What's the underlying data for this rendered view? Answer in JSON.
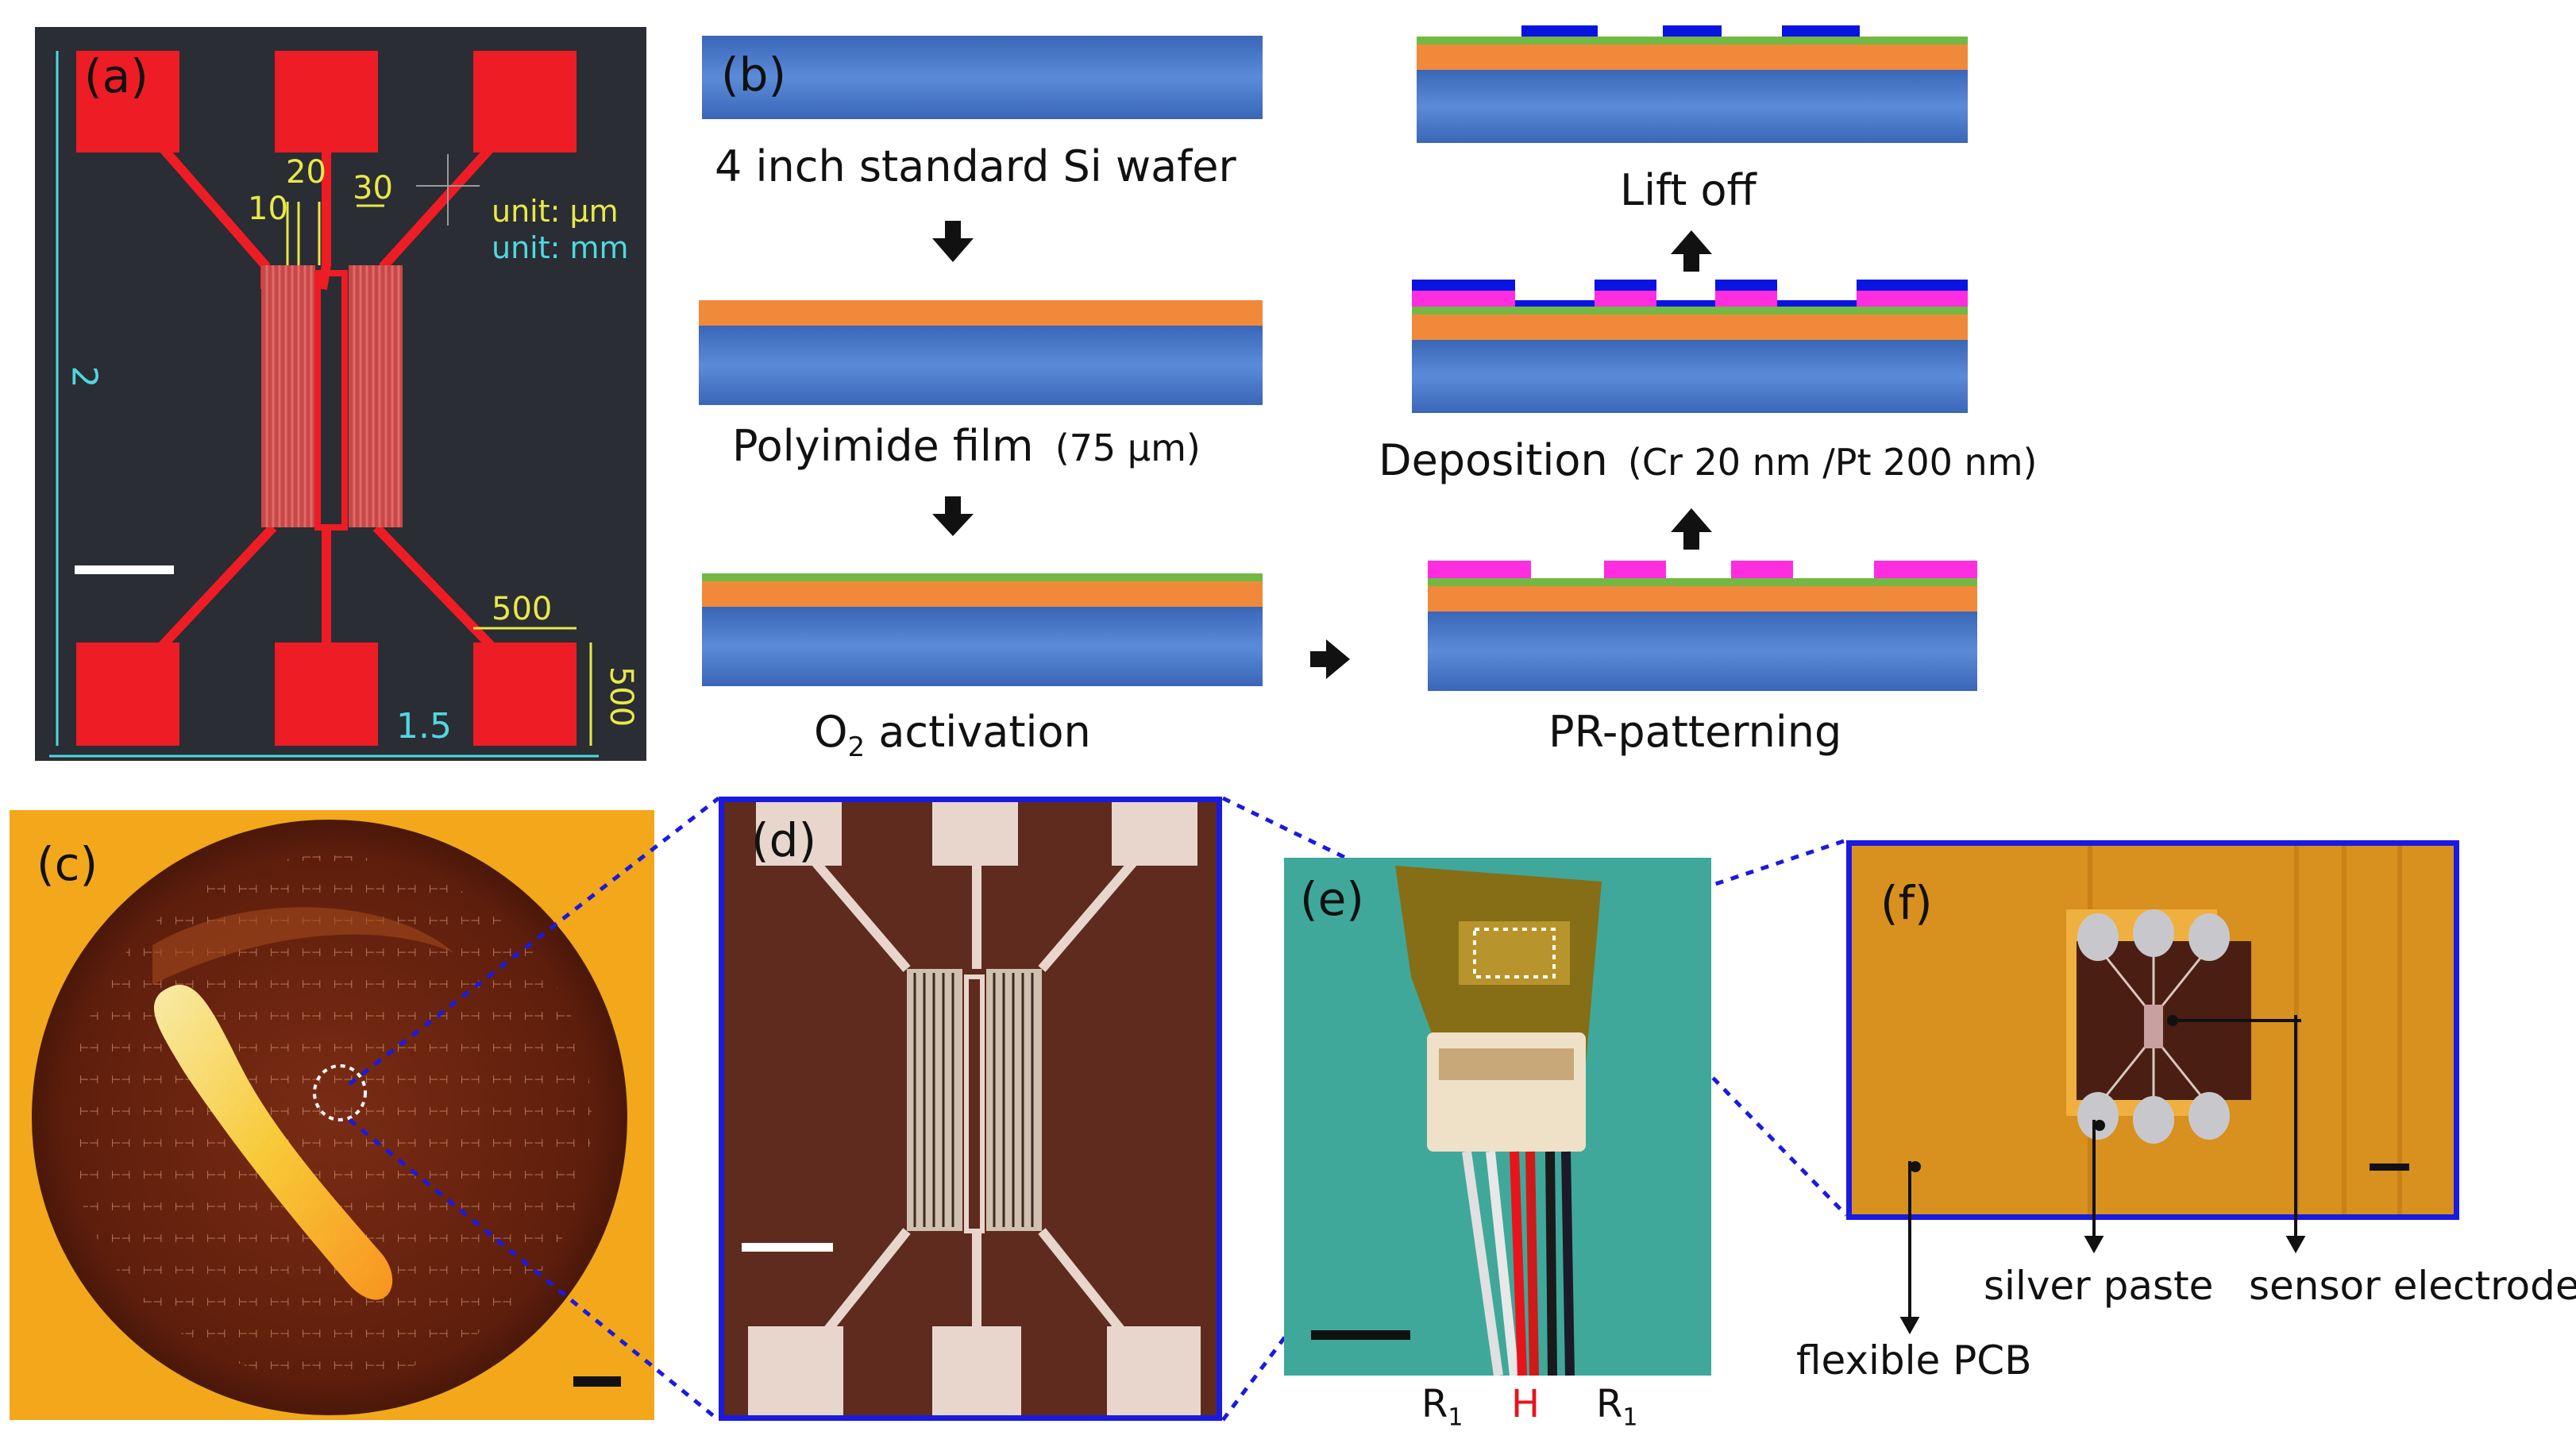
{
  "panels": {
    "a": {
      "label": "(a)",
      "dim_10": "10",
      "dim_20": "20",
      "dim_30": "30",
      "unit_um": "unit: µm",
      "unit_mm": "unit: mm",
      "dim_2": "2",
      "dim_500_h": "500",
      "dim_500_v": "500",
      "dim_1_5": "1.5"
    },
    "b": {
      "label": "(b)",
      "step1": "4 inch standard Si wafer",
      "step2": "Polyimide film",
      "step2_note": "(75 µm)",
      "step3_main": "O",
      "step3_sub": "2",
      "step3_rest": " activation",
      "step4": "PR-patterning",
      "step5": "Deposition",
      "step5_note": "(Cr 20 nm /Pt 200 nm)",
      "step6": "Lift off"
    },
    "c": {
      "label": "(c)"
    },
    "d": {
      "label": "(d)"
    },
    "e": {
      "label": "(e)",
      "wire_left": "R",
      "wire_left_sub": "1",
      "wire_mid": "H",
      "wire_right": "R",
      "wire_right_sub": "1"
    },
    "f": {
      "label": "(f)",
      "callout_pcb": "flexible PCB",
      "callout_paste": "silver paste",
      "callout_electrode": "sensor electrode"
    }
  },
  "colors": {
    "silicon": "#4a78c8",
    "polyimide": "#f08a3a",
    "activation": "#72b843",
    "photoresist": "#ff2de0",
    "metal": "#0a14e0",
    "pad_red": "#ee1c24",
    "frame_blue": "#1a1ae0",
    "mid_wire_red": "#e8141c"
  }
}
